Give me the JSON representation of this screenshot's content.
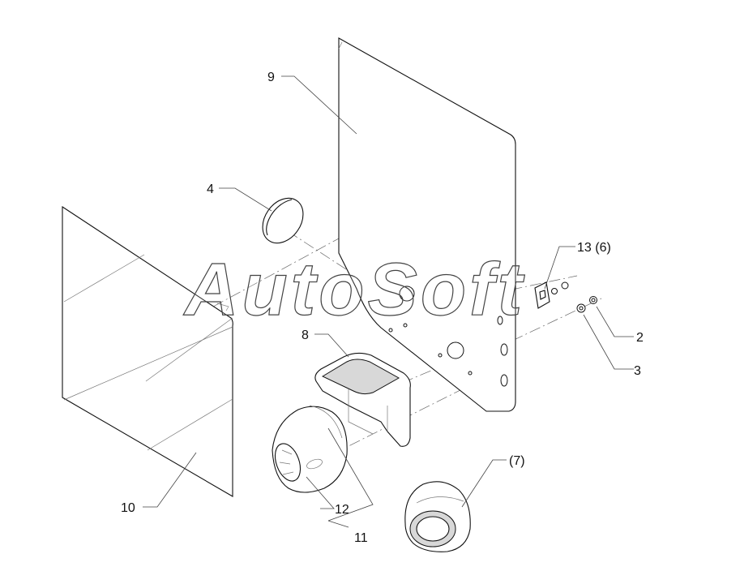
{
  "diagram": {
    "watermark": "AutoSoft",
    "callouts": [
      {
        "id": "label-9",
        "text": "9"
      },
      {
        "id": "label-4",
        "text": "4"
      },
      {
        "id": "label-13-6",
        "text": "13 (6)"
      },
      {
        "id": "label-2",
        "text": "2"
      },
      {
        "id": "label-3",
        "text": "3"
      },
      {
        "id": "label-8",
        "text": "8"
      },
      {
        "id": "label-7",
        "text": "(7)"
      },
      {
        "id": "label-10",
        "text": "10"
      },
      {
        "id": "label-12",
        "text": "12"
      },
      {
        "id": "label-11",
        "text": "11"
      }
    ]
  }
}
